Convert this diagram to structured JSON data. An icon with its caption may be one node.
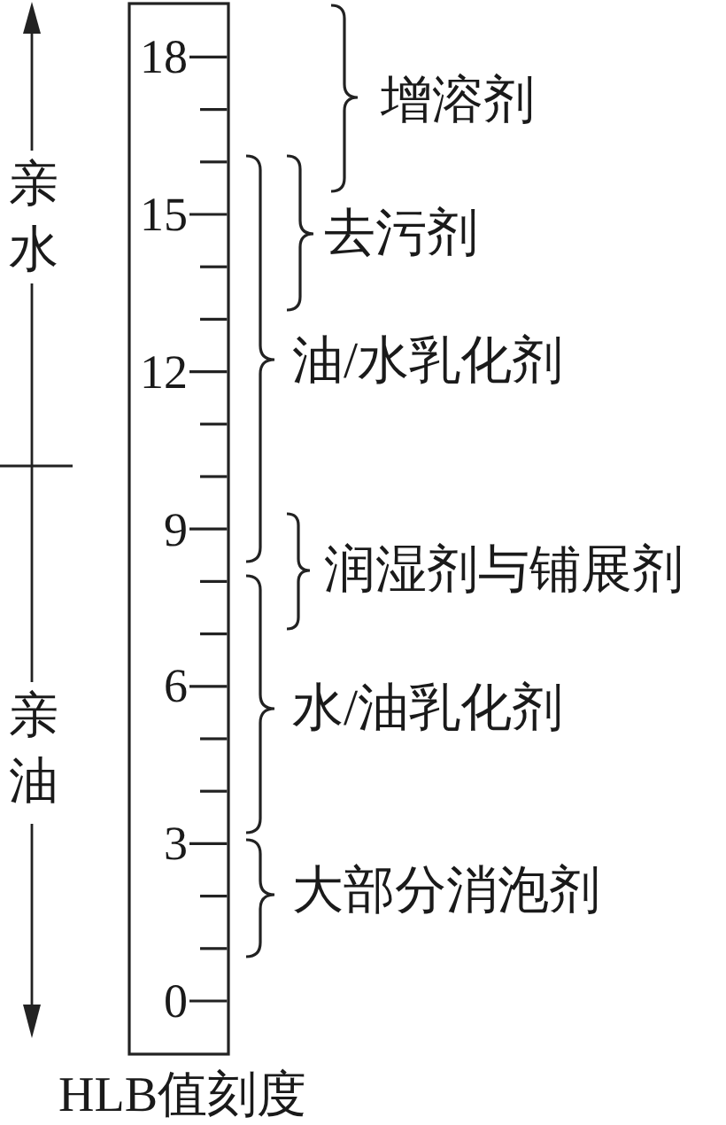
{
  "diagram": {
    "caption": "HLB值刻度",
    "labels": [
      "亲水",
      "亲油",
      "18",
      "15",
      "12",
      "9",
      "6",
      "3",
      "0",
      "增溶剂",
      "去污剂",
      "油/水乳化剂",
      "润湿剂与铺展剂",
      "水/油乳化剂",
      "大部分消泡剂"
    ]
  }
}
